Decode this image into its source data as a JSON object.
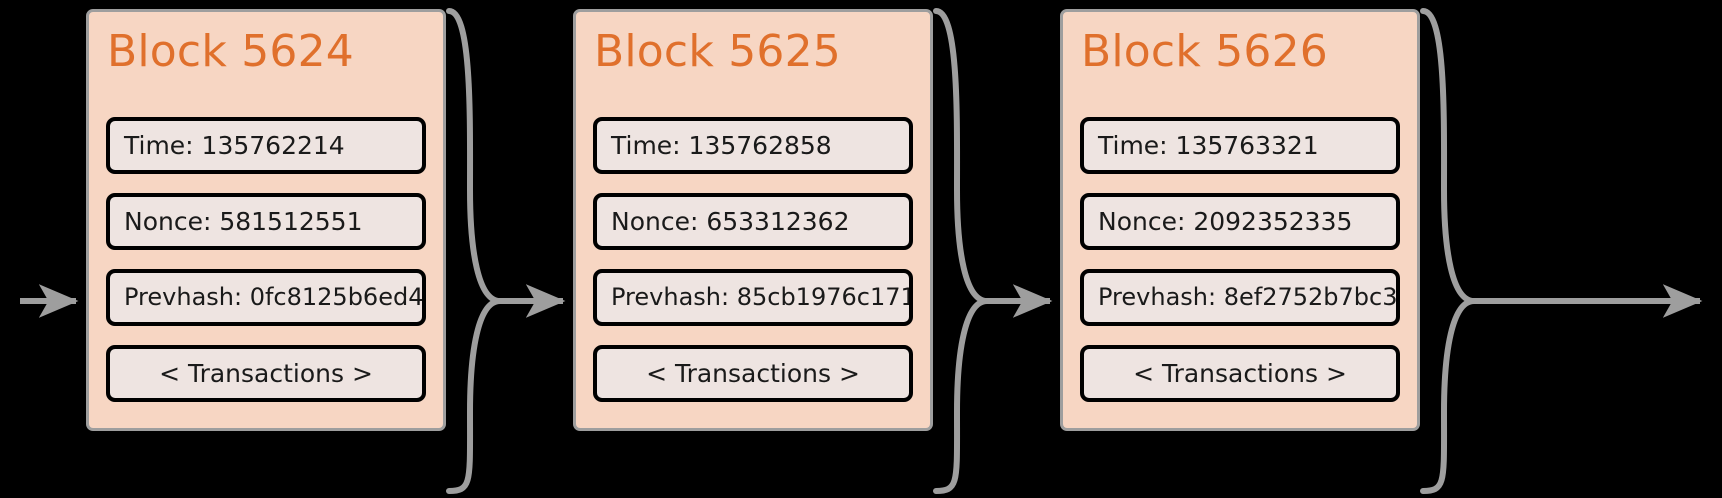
{
  "diagram": {
    "type": "blockchain-chain",
    "title_color": "#e0702c",
    "block_fill": "#f7d6c3",
    "field_fill": "#eee4e1",
    "connector_color": "#9e9e9e",
    "background": "#000000",
    "field_labels": {
      "time": "Time",
      "nonce": "Nonce",
      "prevhash": "Prevhash",
      "transactions": "< Transactions >"
    },
    "blocks": [
      {
        "title": "Block 5624",
        "time": "Time: 135762214",
        "nonce": "Nonce: 581512551",
        "prevhash": "Prevhash: 0fc8125b6ed4",
        "transactions": "< Transactions >"
      },
      {
        "title": "Block 5625",
        "time": "Time: 135762858",
        "nonce": "Nonce: 653312362",
        "prevhash": "Prevhash: 85cb1976c171",
        "transactions": "< Transactions >"
      },
      {
        "title": "Block 5626",
        "time": "Time: 135763321",
        "nonce": "Nonce: 2092352335",
        "prevhash": "Prevhash: 8ef2752b7bc3",
        "transactions": "< Transactions >"
      }
    ],
    "connectors": [
      {
        "name": "incoming-arrow",
        "from": "left-edge",
        "to": "block-5624"
      },
      {
        "name": "chain-link-1",
        "from": "block-5624",
        "to": "block-5625"
      },
      {
        "name": "chain-link-2",
        "from": "block-5625",
        "to": "block-5626"
      },
      {
        "name": "outgoing-arrow",
        "from": "block-5626",
        "to": "right-edge"
      }
    ]
  }
}
